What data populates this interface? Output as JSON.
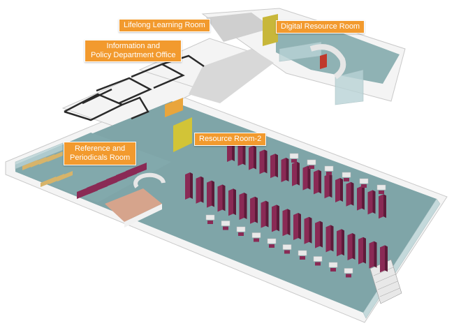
{
  "labels": {
    "lifelong_learning": "Lifelong Learning Room",
    "digital_resource": "Digital Resource Room",
    "info_policy_line1": "Information and",
    "info_policy_line2": "Policy Department Office",
    "resource_room_2": "Resource Room-2",
    "reference_line1": "Reference and",
    "reference_line2": "Periodicals Room"
  },
  "colors": {
    "label_background": "#f29a2e",
    "floor": "#7fa5a8",
    "shelving": "#8a2a55",
    "walls": "#f2f2f2",
    "glass": "#b9d3d6"
  }
}
